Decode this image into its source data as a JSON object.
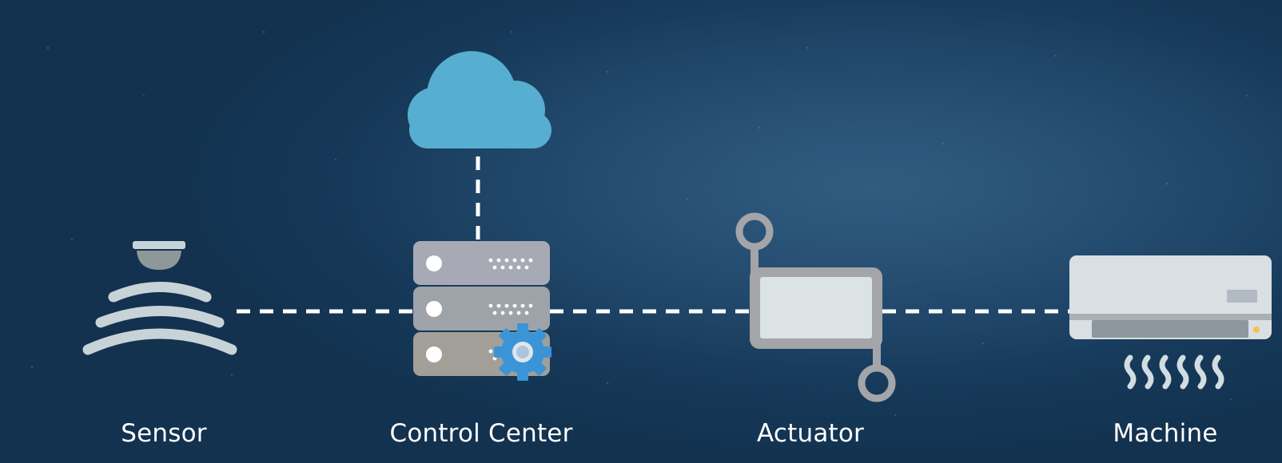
{
  "diagram": {
    "type": "iot-control-flow",
    "nodes": [
      {
        "id": "sensor",
        "label": "Sensor",
        "icon": "sensor-icon"
      },
      {
        "id": "control_center",
        "label": "Control Center",
        "icon": "server-rack-icon"
      },
      {
        "id": "actuator",
        "label": "Actuator",
        "icon": "actuator-icon"
      },
      {
        "id": "machine",
        "label": "Machine",
        "icon": "air-conditioner-icon"
      }
    ],
    "cloud": {
      "icon": "cloud-icon",
      "connected_to": "control_center"
    },
    "connections": [
      {
        "from": "sensor",
        "to": "control_center",
        "style": "dashed"
      },
      {
        "from": "control_center",
        "to": "actuator",
        "style": "dashed"
      },
      {
        "from": "actuator",
        "to": "machine",
        "style": "dashed"
      },
      {
        "from": "cloud",
        "to": "control_center",
        "style": "dashed"
      }
    ]
  },
  "colors": {
    "background": "#1b3f62",
    "connector": "#ffffff",
    "cloud": "#56aed0",
    "sensor": "#c8d3d8",
    "gear": "#3b94d6",
    "actuator_frame": "#a3a5a8",
    "actuator_screen": "#dce3e3",
    "machine_body": "#d9dfe2",
    "label_text": "#ffffff"
  }
}
